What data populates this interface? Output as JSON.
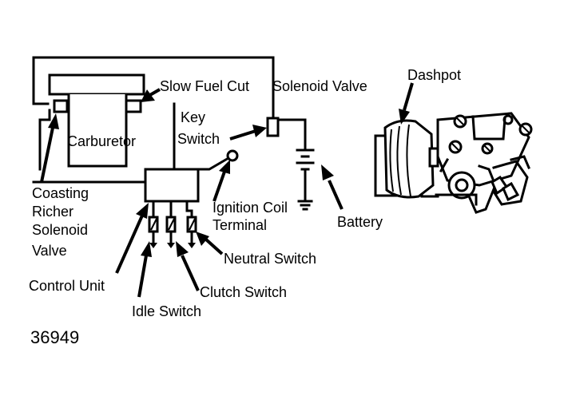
{
  "labels": {
    "slow_fuel_cut": "Slow Fuel Cut",
    "solenoid_valve": "Solenoid Valve",
    "dashpot": "Dashpot",
    "carburetor": "Carburetor",
    "key": "Key",
    "switch": "Switch",
    "coasting": "Coasting",
    "richer": "Richer",
    "solenoid": "Solenoid",
    "valve": "Valve",
    "ignition_coil": "Ignition Coil",
    "terminal": "Terminal",
    "battery": "Battery",
    "neutral_switch": "Neutral Switch",
    "control_unit": "Control Unit",
    "clutch_switch": "Clutch Switch",
    "idle_switch": "Idle Switch"
  },
  "figure_number": "36949"
}
